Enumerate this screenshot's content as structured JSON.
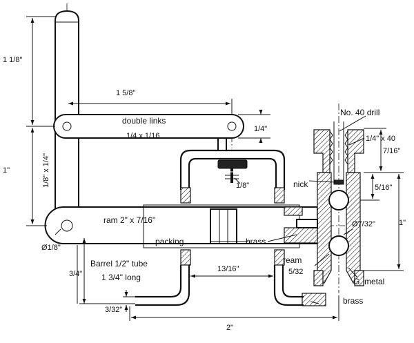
{
  "labels": {
    "drill": "No. 40 drill",
    "thread": "1/4\" x 40",
    "double_links": "double links",
    "link_size": "1/4 x 1/16",
    "ram": "ram 2\" x 7/16\"",
    "packing": "packing",
    "brass_inner": "brass",
    "brass_outer": "brass",
    "nick": "nick",
    "ream": "ream",
    "ream_size": "5/32",
    "gmetal": "G. metal",
    "barrel1": "Barrel 1/2\" tube",
    "barrel2": "1 3/4\" long"
  },
  "dimensions": {
    "handle_height": "1 1/8\"",
    "link_span": "1 5/8\"",
    "lower_height": "1\"",
    "rod_size": "1/8\" x 1/4\"",
    "offset_quarter": "1/4\"",
    "bolt": "1/8\"",
    "pivot_dia": "Ø1/8\"",
    "barrel_drop": "3/4\"",
    "base_thick": "3/32\"",
    "leg_gap": "13/16\"",
    "overall": "2\"",
    "valve_top": "7/16\"",
    "valve_mid": "5/16\"",
    "valve_total": "1\"",
    "port_dia": "Ø7/32\""
  }
}
